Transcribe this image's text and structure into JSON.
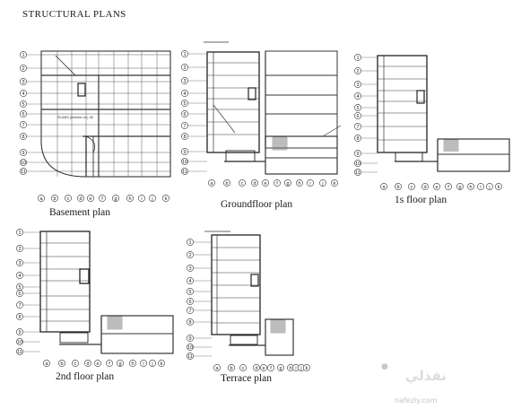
{
  "sheet_title": "STRUCTURAL PLANS",
  "plans": [
    {
      "id": "basement",
      "label": "Basement plan",
      "annotation": "SLABS (interim-nr.) 30",
      "row_markers": [
        "1",
        "2",
        "3",
        "4",
        "5",
        "6",
        "7",
        "8",
        "9",
        "10",
        "11"
      ],
      "col_markers": [
        "a",
        "b",
        "c",
        "d",
        "e",
        "f",
        "g",
        "h",
        "i",
        "j",
        "k"
      ]
    },
    {
      "id": "ground",
      "label": "Groundfloor plan",
      "row_markers": [
        "1",
        "2",
        "3",
        "4",
        "5",
        "6",
        "7",
        "8",
        "9",
        "10",
        "11"
      ],
      "col_markers": [
        "a",
        "b",
        "c",
        "d",
        "e",
        "f",
        "g",
        "h",
        "i",
        "j",
        "k"
      ]
    },
    {
      "id": "first",
      "label": "1s floor plan",
      "row_markers": [
        "1",
        "2",
        "3",
        "4",
        "5",
        "6",
        "7",
        "8",
        "9",
        "10",
        "11"
      ],
      "col_markers": [
        "a",
        "b",
        "c",
        "d",
        "e",
        "f",
        "g",
        "h",
        "i",
        "j",
        "k"
      ]
    },
    {
      "id": "second",
      "label": "2nd floor plan",
      "row_markers": [
        "1",
        "2",
        "3",
        "4",
        "5",
        "6",
        "7",
        "8",
        "9",
        "10",
        "11"
      ],
      "col_markers": [
        "a",
        "b",
        "c",
        "d",
        "e",
        "f",
        "g",
        "h",
        "i",
        "j",
        "k"
      ]
    },
    {
      "id": "terrace",
      "label": "Terrace plan",
      "row_markers": [
        "1",
        "2",
        "3",
        "4",
        "5",
        "6",
        "7",
        "8",
        "9",
        "10",
        "11"
      ],
      "col_markers": [
        "a",
        "b",
        "c",
        "d",
        "e",
        "f",
        "g",
        "h",
        "i",
        "j",
        "k"
      ]
    }
  ],
  "watermark": {
    "text_ar": "نفذلي",
    "url": "nafezly.com",
    "mark": "●"
  }
}
